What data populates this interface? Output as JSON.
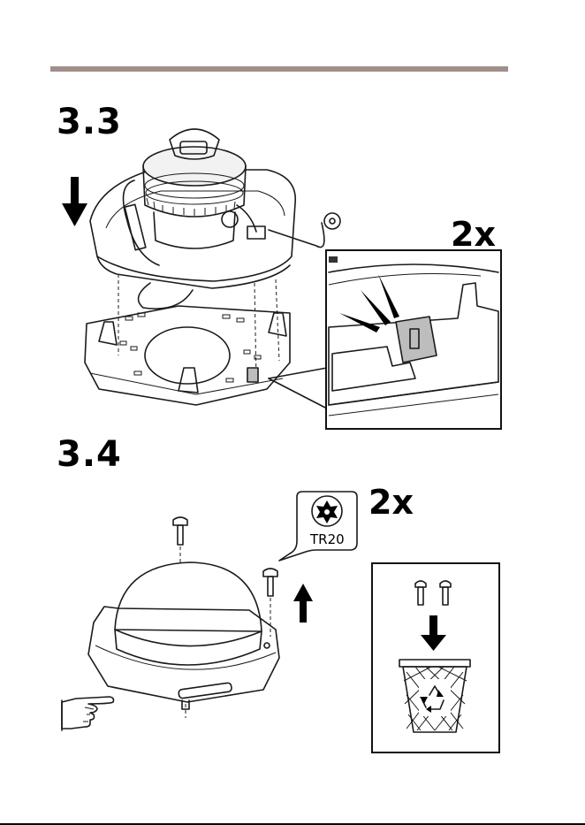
{
  "steps": [
    {
      "number": "3.3",
      "count": "2x"
    },
    {
      "number": "3.4",
      "count": "2x",
      "tool_label": "TR20"
    }
  ],
  "icons": {
    "arrow_down": "arrow-down-icon",
    "arrow_up": "arrow-up-icon",
    "torx_bit": "torx-bit-icon",
    "recycle_bin": "recycle-bin-icon",
    "pointing_hand": "pointing-hand-icon"
  },
  "colors": {
    "rule": "#a0908a",
    "ink": "#111111",
    "clip_grey": "#bdbdbd"
  }
}
